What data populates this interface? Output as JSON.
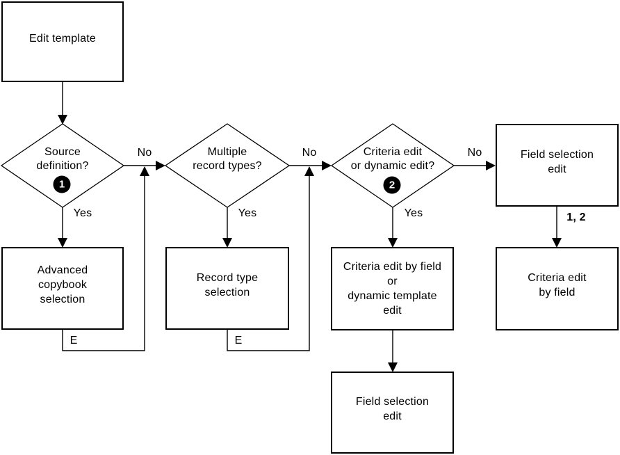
{
  "nodes": {
    "edit_template": {
      "label": "Edit template"
    },
    "source_definition": {
      "label": "Source\ndefinition?",
      "badge": "1"
    },
    "multiple_record_types": {
      "label": "Multiple\nrecord types?"
    },
    "criteria_or_dynamic_edit": {
      "label": "Criteria edit\nor dynamic edit?",
      "badge": "2"
    },
    "field_selection_edit_right": {
      "label": "Field selection\nedit"
    },
    "advanced_copybook_selection": {
      "label": "Advanced\ncopybook\nselection"
    },
    "record_type_selection": {
      "label": "Record type\nselection"
    },
    "criteria_edit_by_field_or_dynamic": {
      "label": "Criteria edit by field\nor\ndynamic template\nedit"
    },
    "field_selection_edit_bottom": {
      "label": "Field selection\nedit"
    },
    "criteria_edit_by_field": {
      "label": "Criteria edit\nby field"
    }
  },
  "edge_labels": {
    "no_1": "No",
    "no_2": "No",
    "no_3": "No",
    "yes_1": "Yes",
    "yes_2": "Yes",
    "yes_3": "Yes",
    "exit_1": "E",
    "exit_2": "E",
    "one_two": "1, 2"
  },
  "colors": {
    "line": "#000000",
    "background": "#ffffff",
    "badge_background": "#000000",
    "badge_text": "#ffffff"
  }
}
